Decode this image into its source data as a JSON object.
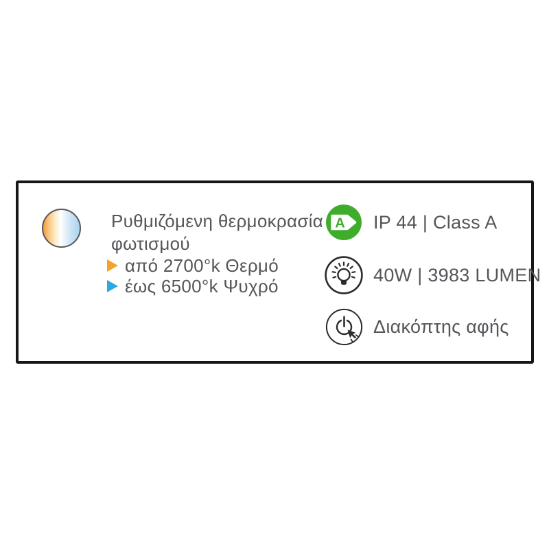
{
  "page": {
    "background": "#FFFFFF"
  },
  "panel": {
    "border_color": "#161616",
    "text_color": "#55565A",
    "left_feature": {
      "icon": "color-temperature-gradient-icon",
      "title": "Ρυθμιζόμενη θερμοκρασία φωτισμού",
      "gradient": {
        "warm": "#F29A3D",
        "mid": "#FFFFFF",
        "cool": "#A9D3EE"
      },
      "bullets": [
        {
          "marker": "right-triangle-icon",
          "color": "#F6A228",
          "text": "από 2700°k Θερμό"
        },
        {
          "marker": "right-triangle-icon",
          "color": "#2CA9E1",
          "text": "έως 6500°k Ψυχρό"
        }
      ]
    },
    "right_features": [
      {
        "icon": "energy-class-icon",
        "badge_letter": "A",
        "label": "IP 44 | Class A"
      },
      {
        "icon": "light-bulb-icon",
        "label": "40W | 3983 LUMEN"
      },
      {
        "icon": "touch-switch-icon",
        "label": "Διακόπτης αφής"
      }
    ],
    "colors": {
      "green": "#3FAD2B",
      "icon_stroke": "#2B2B2B"
    }
  }
}
